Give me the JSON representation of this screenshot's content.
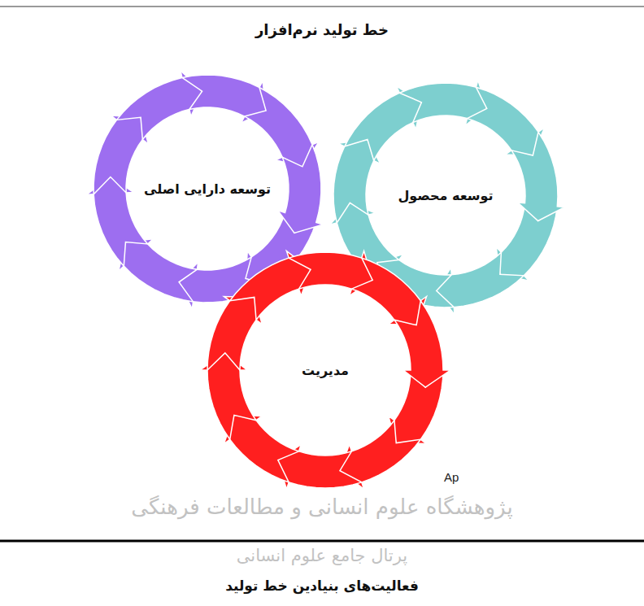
{
  "diagram": {
    "title": "خط تولید نرم‌افزار",
    "caption": "فعالیت‌های بنیادین خط تولید",
    "nodes": [
      {
        "text": [
          "توسعه دارایی اصلی"
        ]
      },
      {
        "text": [
          "توسعه محصول"
        ]
      },
      {
        "text": [
          "مدیریت"
        ]
      }
    ],
    "labels": [
      "Ap",
      "پژوهشگاه علوم انسانی و مطالعات فرهنگی",
      "پرتال جامع علوم انسانی"
    ]
  }
}
